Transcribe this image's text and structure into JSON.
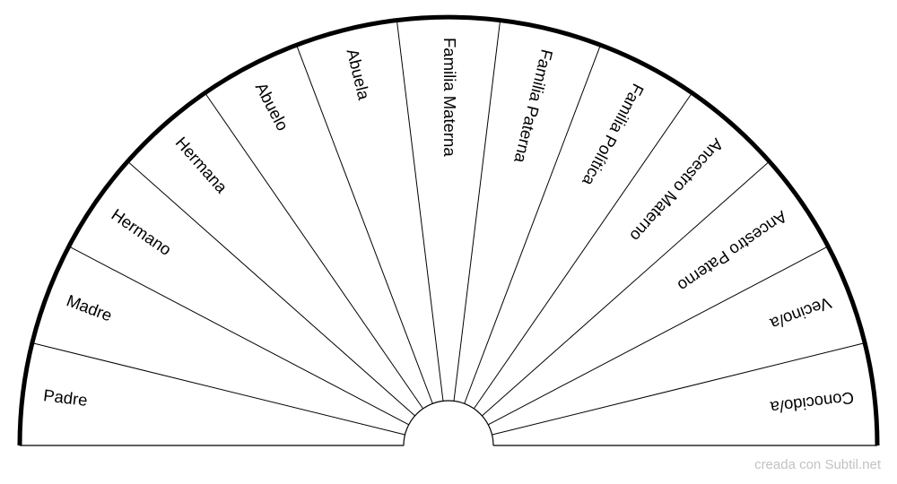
{
  "pendulum_chart": {
    "sectors": [
      "Padre",
      "Madre",
      "Hermano",
      "Hermana",
      "Abuelo",
      "Abuela",
      "Familia Materna",
      "Familia Paterna",
      "Familia Política",
      "Ancestro Materno",
      "Ancestro Paterno",
      "Vecino/a",
      "Conocido/a"
    ],
    "colors": {
      "background": "#ffffff",
      "line": "#000000",
      "footer_text": "#c2c2c2"
    }
  },
  "footer": {
    "credit": "creada con Subtil.net"
  }
}
